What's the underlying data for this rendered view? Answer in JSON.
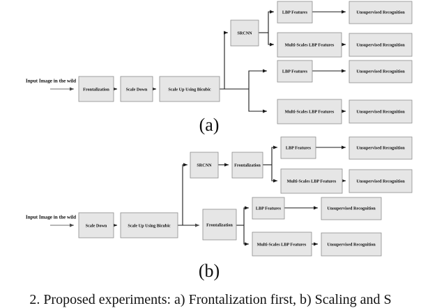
{
  "figure": {
    "caption": "2.   Proposed experiments: a) Frontalization first, b) Scaling and S",
    "caption_font_size": 20,
    "panels": [
      {
        "id": "a",
        "label": "(a)",
        "label_font_size": 26,
        "input_label": "Input Image in the wild",
        "nodes": {
          "frontalization": "Frontalization",
          "scale_down": "Scale Down",
          "scale_up": "Scale Up Using Bicubic",
          "srcnn": "SRCNN",
          "lbp_top": "LBP Features",
          "mslbp_top": "Multi-Scales LBP Features",
          "unsup_top_1": "Unsupervised Recognition",
          "unsup_top_2": "Unsupervised Recognition",
          "lbp_bottom": "LBP Features",
          "mslbp_bottom": "Multi-Scales LBP Features",
          "unsup_bottom_1": "Unsupervised Recognition",
          "unsup_bottom_2": "Unsupervised Recognition"
        }
      },
      {
        "id": "b",
        "label": "(b)",
        "label_font_size": 26,
        "input_label": "Input Image in the wild",
        "nodes": {
          "scale_down": "Scale Down",
          "scale_up": "Scale Up Using Bicubic",
          "srcnn": "SRCNN",
          "frontalization_top": "Frontalization",
          "frontalization_bottom": "Frontalization",
          "lbp_top": "LBP Features",
          "mslbp_top": "Multi-Scales LBP Features",
          "unsup_top_1": "Unsupervised Recognition",
          "unsup_top_2": "Unsupervised Recognition",
          "lbp_bottom": "LBP Features",
          "mslbp_bottom": "Multi-Scales LBP Features",
          "unsup_bottom_1": "Unsupervised Recognition",
          "unsup_bottom_2": "Unsupervised Recognition"
        }
      }
    ],
    "colors": {
      "box_fill": "#e6e6e6",
      "box_stroke": "#8c8c8c",
      "edge": "#1a1a1a",
      "edge_light": "#6f6f6f",
      "text": "#0d0d0d",
      "background": "#ffffff"
    }
  }
}
